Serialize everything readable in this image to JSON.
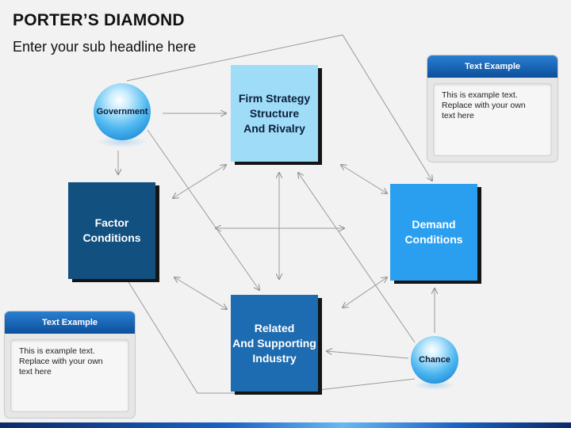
{
  "header": {
    "title": "PORTER’S DIAMOND",
    "subtitle": "Enter your sub headline here"
  },
  "boxes": {
    "firm": "Firm Strategy\nStructure\nAnd Rivalry",
    "factor": "Factor\nConditions",
    "demand": "Demand\nConditions",
    "related": "Related\nAnd Supporting\nIndustry"
  },
  "spheres": {
    "government": "Government",
    "chance": "Chance"
  },
  "cards": {
    "right": {
      "title": "Text Example",
      "body": "This is example text.\nReplace with your own\ntext here"
    },
    "left": {
      "title": "Text Example",
      "body": "This is example text.\nReplace with your own\ntext here"
    }
  },
  "colors": {
    "firm": "#9fdcf8",
    "factor": "#11507f",
    "demand": "#2a9ff0",
    "related": "#1d6bb0",
    "card_header": "#0b4f9c"
  }
}
